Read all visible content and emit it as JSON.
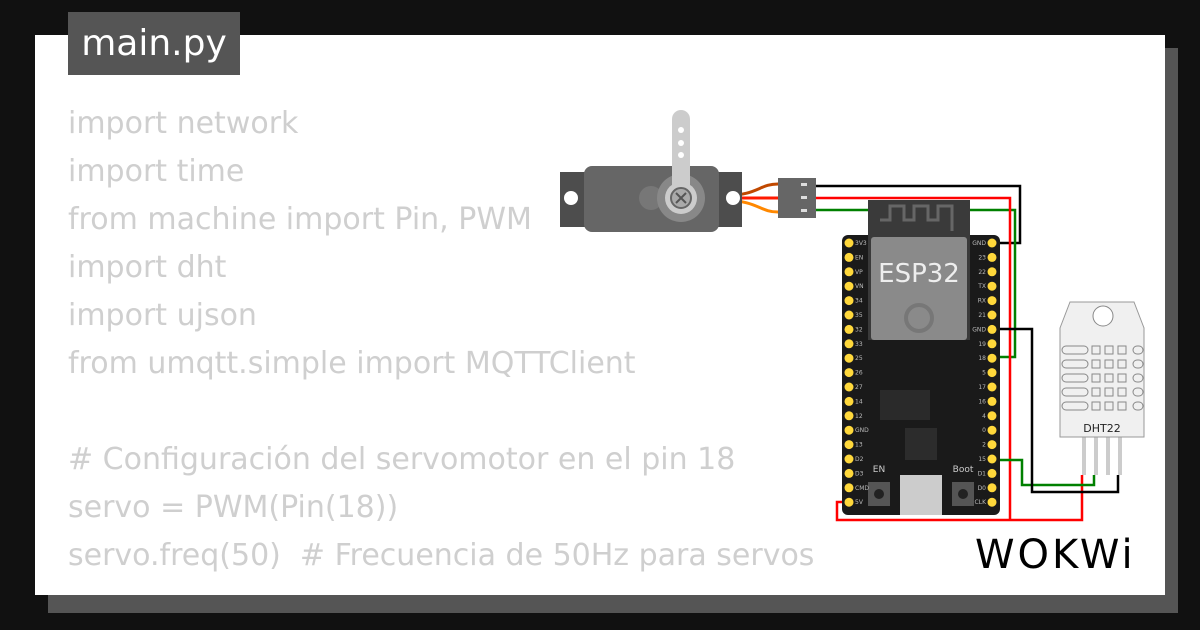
{
  "file_tab": {
    "title": "main.py"
  },
  "code_lines": [
    "import network",
    "import time",
    "from machine import Pin, PWM",
    "import dht",
    "import ujson",
    "from umqtt.simple import MQTTClient",
    "",
    "# Configuración del servomotor en el pin 18",
    "servo = PWM(Pin(18))",
    "servo.freq(50)  # Frecuencia de 50Hz para servos"
  ],
  "board": {
    "chip_label": "ESP32",
    "en_label": "EN",
    "boot_label": "Boot",
    "left_pins": [
      "3V3",
      "EN",
      "VP",
      "VN",
      "34",
      "35",
      "32",
      "33",
      "25",
      "26",
      "27",
      "14",
      "12",
      "GND",
      "13",
      "D2",
      "D3",
      "CMD",
      "5V"
    ],
    "right_pins": [
      "GND",
      "23",
      "22",
      "TX",
      "RX",
      "21",
      "GND",
      "19",
      "18",
      "5",
      "17",
      "16",
      "4",
      "0",
      "2",
      "15",
      "D1",
      "D0",
      "CLK"
    ]
  },
  "sensor": {
    "label": "DHT22"
  },
  "logo": "WOKWi",
  "colors": {
    "wire_gnd": "#000000",
    "wire_vcc": "#ff0000",
    "wire_signal": "#008000",
    "pin": "#ffd83b",
    "board": "#1a1a1a"
  }
}
